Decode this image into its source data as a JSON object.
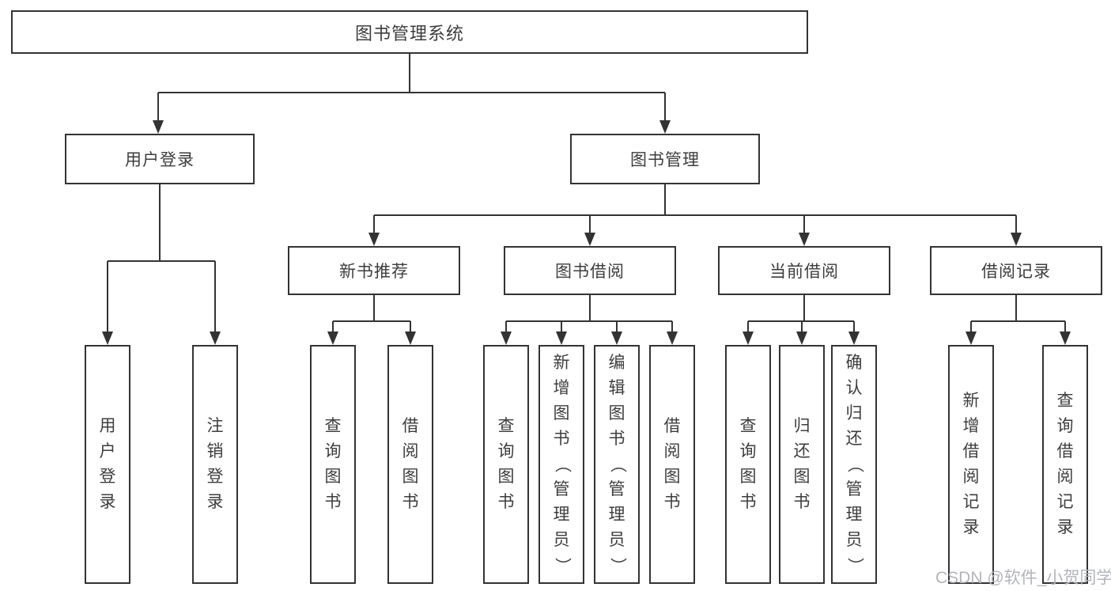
{
  "root": {
    "label": "图书管理系统"
  },
  "level2": [
    {
      "label": "用户登录"
    },
    {
      "label": "图书管理"
    }
  ],
  "level3": [
    {
      "label": "新书推荐"
    },
    {
      "label": "图书借阅"
    },
    {
      "label": "当前借阅"
    },
    {
      "label": "借阅记录"
    }
  ],
  "leaves": {
    "user": [
      "用户登录",
      "注销登录"
    ],
    "recommend": [
      "查询图书",
      "借阅图书"
    ],
    "borrow": [
      "查询图书",
      "新增图书（管理员）",
      "编辑图书（管理员）",
      "借阅图书"
    ],
    "current": [
      "查询图书",
      "归还图书",
      "确认归还（管理员）"
    ],
    "records": [
      "新增借阅记录",
      "查询借阅记录"
    ]
  },
  "watermark": "CSDN @软件_小贺同学",
  "colors": {
    "line": "#333333",
    "box_border": "#333333",
    "text": "#3d3d3d",
    "watermark": "#b2b4ba",
    "background": "#ffffff"
  }
}
